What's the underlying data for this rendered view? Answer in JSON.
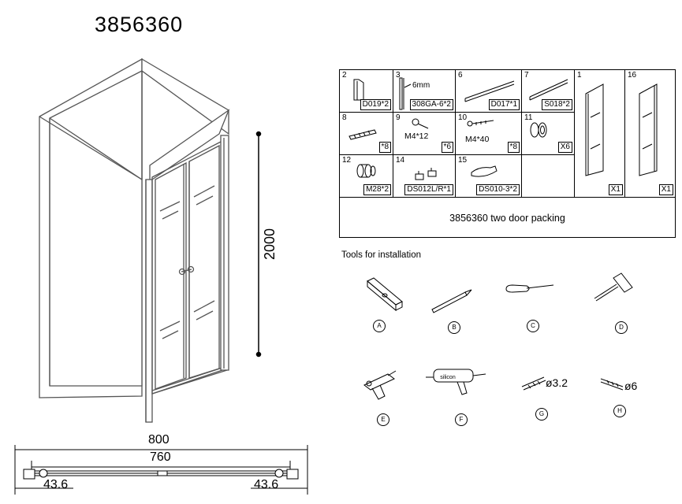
{
  "document": {
    "model_number": "3856360",
    "dimensions": {
      "height": "2000",
      "total_width": "800",
      "inner_width": "760",
      "left_offset": "43.6",
      "right_offset": "43.6"
    },
    "parts": [
      {
        "num": "2",
        "label": "D019*2"
      },
      {
        "num": "3",
        "label": "308GA-6*2",
        "note": "6mm"
      },
      {
        "num": "6",
        "label": "D017*1"
      },
      {
        "num": "7",
        "label": "S018*2"
      },
      {
        "num": "1",
        "label": "X1"
      },
      {
        "num": "16",
        "label": "X1"
      },
      {
        "num": "8",
        "label": "*8"
      },
      {
        "num": "9",
        "label": "*6",
        "note": "M4*12"
      },
      {
        "num": "10",
        "label": "*8",
        "note": "M4*40"
      },
      {
        "num": "11",
        "label": "X6"
      },
      {
        "num": "12",
        "label": "M28*2"
      },
      {
        "num": "14",
        "label": "DS012L/R*1"
      },
      {
        "num": "15",
        "label": "DS010-3*2"
      }
    ],
    "packing_caption": "3856360 two door packing",
    "tools_title": "Tools for installation",
    "tools": [
      {
        "letter": "A",
        "icon": "spirit-level-icon"
      },
      {
        "letter": "B",
        "icon": "pencil-icon"
      },
      {
        "letter": "C",
        "icon": "screwdriver-icon"
      },
      {
        "letter": "D",
        "icon": "hammer-icon"
      },
      {
        "letter": "E",
        "icon": "drill-icon"
      },
      {
        "letter": "F",
        "icon": "silicone-gun-icon",
        "text": "silicon"
      },
      {
        "letter": "G",
        "icon": "drill-bit-icon",
        "size": "ø3.2"
      },
      {
        "letter": "H",
        "icon": "drill-bit-icon",
        "size": "ø6"
      }
    ]
  }
}
